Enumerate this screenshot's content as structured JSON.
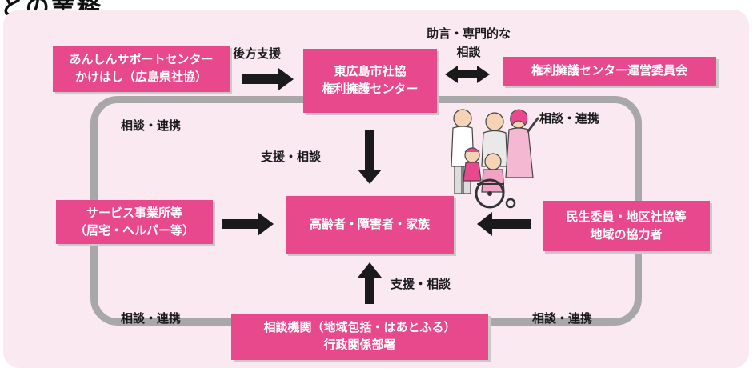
{
  "header": {
    "title": "との業務"
  },
  "boxes": {
    "kakehashi": [
      "あんしんサポートセンター",
      "かけはし（広島県社協）"
    ],
    "center": [
      "東広島市社協",
      "権利擁護センター"
    ],
    "committee": "権利擁護センター運営委員会",
    "service": [
      "サービス事業所等",
      "（居宅・ヘルパー等）"
    ],
    "target": "高齢者・障害者・家族",
    "minsei": [
      "民生委員・地区社協等",
      "地域の協力者"
    ],
    "kikan": [
      "相談機関（地域包括・はあとふる）",
      "行政関係部署"
    ]
  },
  "labels": {
    "backup": "後方支援",
    "advice": [
      "助言・専門的な",
      "相談"
    ],
    "support_consult": "支援・相談",
    "consult_coop": "相談・連携"
  },
  "illustration": {
    "icon": "family-with-wheelchair-icon"
  },
  "colors": {
    "accent": "#e8488c",
    "panel": "#fbe9f1",
    "ring": "#a8a8a8",
    "arrow": "#1a1a1a"
  }
}
